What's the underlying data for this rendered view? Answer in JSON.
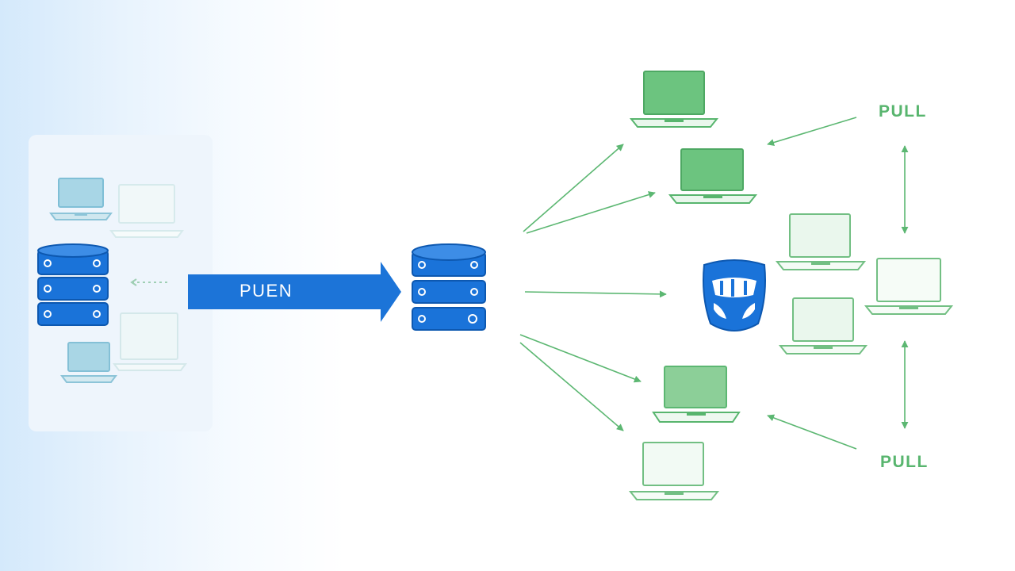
{
  "labels": {
    "push": "PUEN",
    "pull_top": "PULL",
    "pull_bottom": "PULL"
  },
  "icons": {
    "local_group": [
      "laptop-icon",
      "laptop-icon",
      "database-icon",
      "laptop-icon",
      "laptop-icon"
    ],
    "remote_repository": "database-icon",
    "hub": "hub-logo-icon",
    "clients": "laptop-icon"
  },
  "colors": {
    "primary_blue": "#1a73d9",
    "push_arrow": "#1c74d8",
    "green": "#58b56e",
    "green_light": "#9ed7a9",
    "laptop_fill_dark": "#6cc47f",
    "laptop_fill_light": "#e9f7ec",
    "panel": "#eef5fc"
  }
}
